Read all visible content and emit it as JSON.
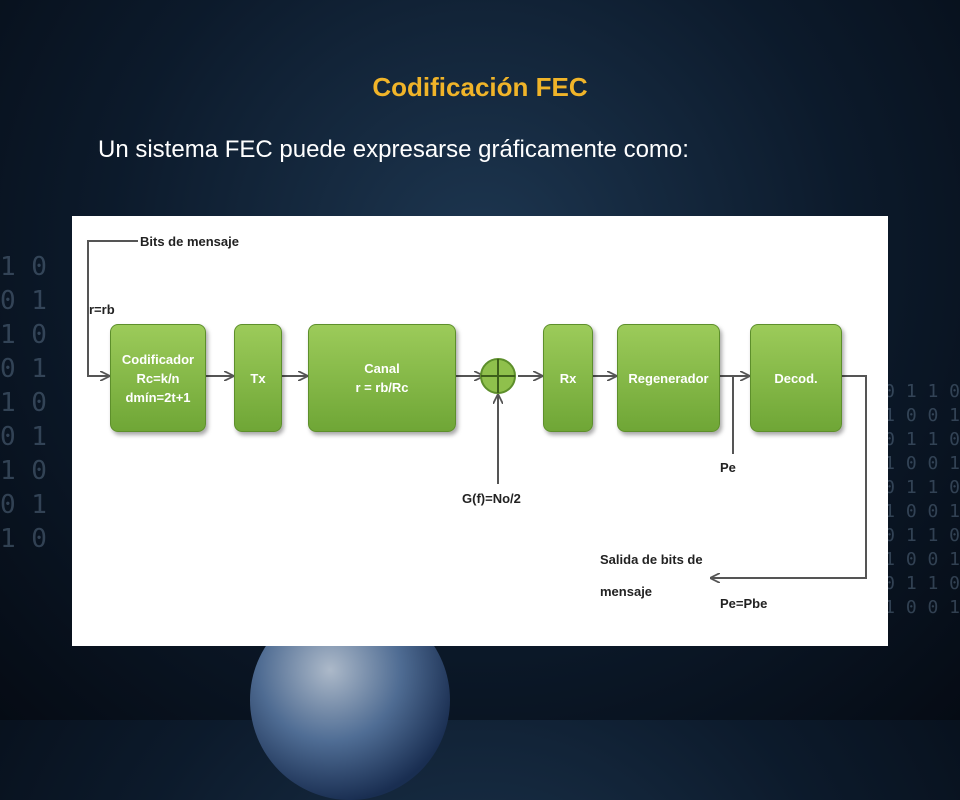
{
  "slide": {
    "title": "Codificación FEC",
    "subtitle": "Un sistema FEC puede expresarse gráficamente como:"
  },
  "diagram": {
    "input_label": "Bits de mensaje",
    "rate_label": "r=rb",
    "blocks": {
      "encoder": [
        "Codificador",
        "Rc=k/n",
        "dmín=2t+1"
      ],
      "tx": "Tx",
      "channel": [
        "Canal",
        "r = rb/Rc"
      ],
      "rx": "Rx",
      "regenerator": "Regenerador",
      "decoder": "Decod."
    },
    "noise_label": "G(f)=No/2",
    "pe_label": "Pe",
    "output_label_1": "Salida de bits de",
    "output_label_2": "mensaje",
    "pbe_label": "Pe=Pbe",
    "block_color": "#7fb443"
  }
}
